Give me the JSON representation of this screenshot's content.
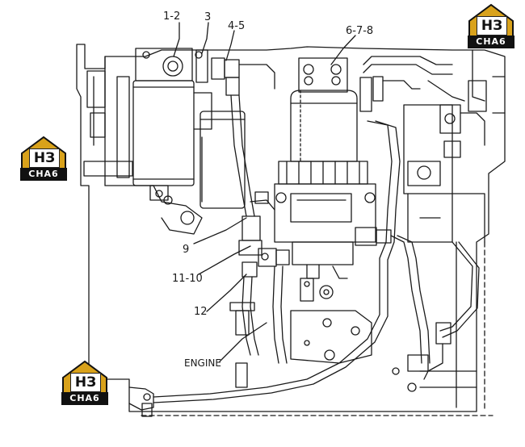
{
  "diagram": {
    "labels": {
      "l1": "1-2",
      "l2": "3",
      "l3": "4-5",
      "l4": "6-7-8",
      "l5": "9",
      "l6": "11-10",
      "l7": "12",
      "l8": "ENGINE"
    },
    "logo": {
      "mark": "НЗ",
      "band": "CHA6"
    },
    "colors": {
      "line": "#1a1a1a",
      "logo_gold": "#d9a21b",
      "logo_dark": "#111111"
    }
  }
}
